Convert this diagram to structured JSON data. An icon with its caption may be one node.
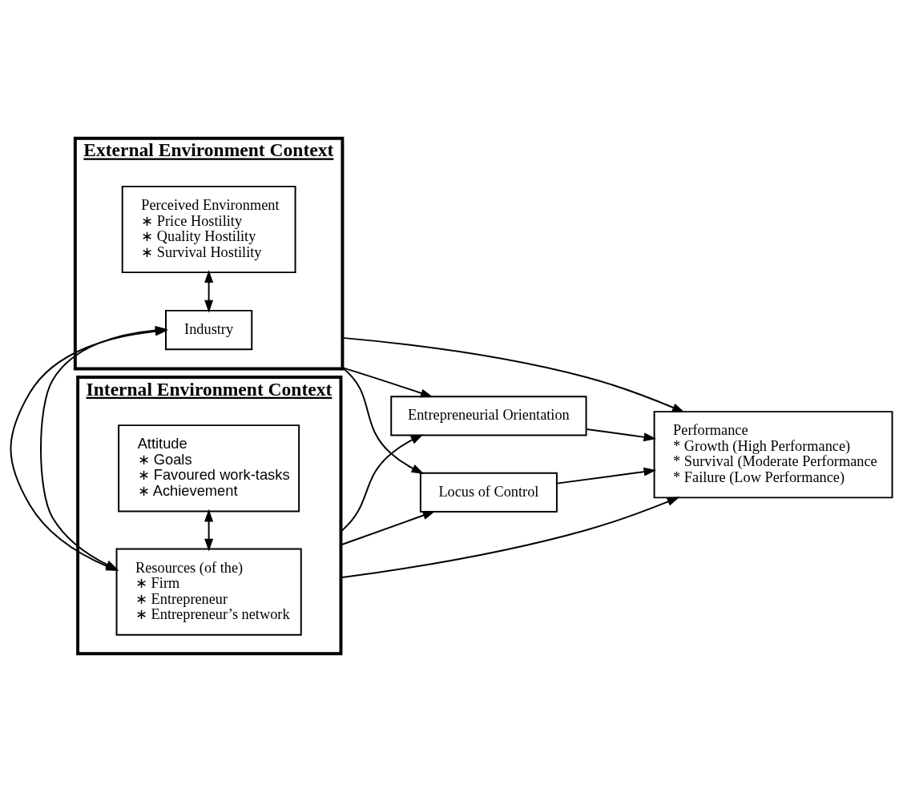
{
  "diagram": {
    "nodes": [
      {
        "text": [
          "External Environment Context"
        ]
      },
      {
        "text": [
          "Industry"
        ],
        "in": 0
      },
      {
        "text": [
          "Perceived Environment",
          "∗ Price Hostility",
          "∗ Quality Hostility",
          "∗ Survival Hostility"
        ],
        "in": 0
      },
      {
        "text": [
          "Internal Environment Context"
        ]
      },
      {
        "text": [
          "Resources (of the)",
          "∗ Firm",
          "∗ Entrepreneur",
          "∗ Entrepreneur’s network"
        ],
        "in": 3
      },
      {
        "text": [
          "Attitude",
          "∗ Goals",
          "∗ Favoured work-tasks",
          "∗ Achievement"
        ],
        "in": 3
      },
      {
        "text": [
          "Entrepreneurial Orientation"
        ]
      },
      {
        "text": [
          "Performance",
          "* Growth (High Performance)",
          "* Survival (Moderate Performance",
          "* Failure (Low Performance)"
        ]
      },
      {
        "text": [
          "Locus of Control"
        ]
      }
    ],
    "edges": [
      {
        "from": 1,
        "to": 2,
        "arrow": "both"
      },
      {
        "from": 0,
        "to": 3,
        "arrow": "both"
      },
      {
        "from": 4,
        "to": 5,
        "arrow": "both"
      },
      {
        "from": 0,
        "to": 6,
        "arrow": "to"
      },
      {
        "from": 0,
        "to": 8,
        "arrow": "to"
      },
      {
        "from": 0,
        "to": 7,
        "arrow": "to"
      },
      {
        "from": 3,
        "to": 6,
        "arrow": "to"
      },
      {
        "from": 3,
        "to": 8,
        "arrow": "to"
      },
      {
        "from": 3,
        "to": 7,
        "arrow": "to"
      },
      {
        "from": 6,
        "to": 7,
        "arrow": "to"
      },
      {
        "from": 8,
        "to": 7,
        "arrow": "to"
      }
    ]
  }
}
